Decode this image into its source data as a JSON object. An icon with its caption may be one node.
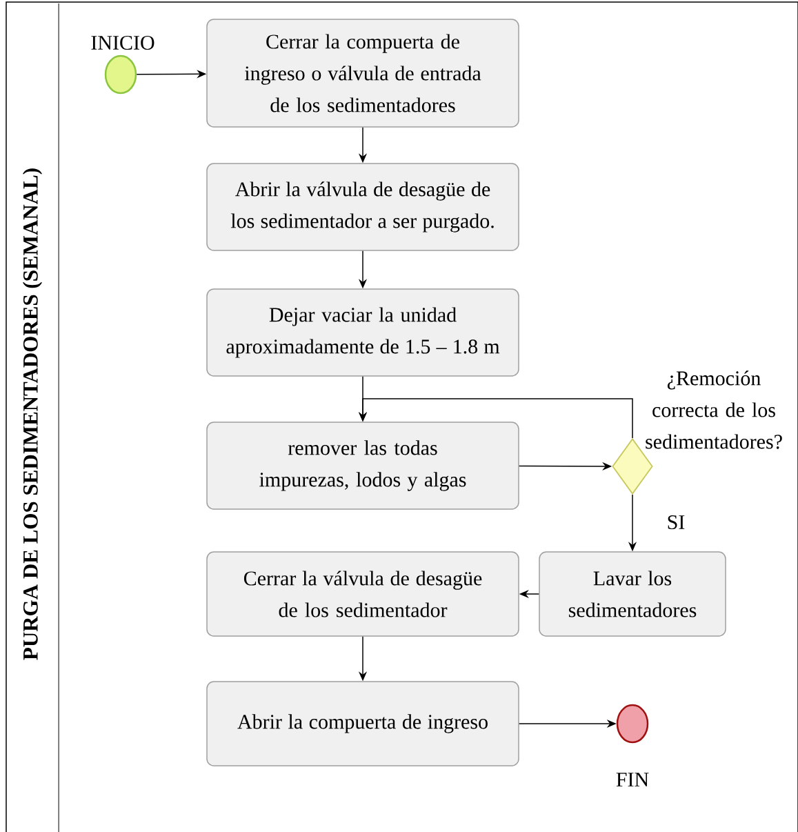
{
  "diagram": {
    "nodes": [
      {
        "text": [
          "PURGA DE LOS SEDIMENTADORES (SEMANAL)"
        ]
      },
      {
        "text": [
          "INICIO"
        ],
        "in": 0
      },
      {
        "text": [
          "Cerrar la compuerta de ingreso o válvula de entrada de los sedimentadores"
        ],
        "in": 0
      },
      {
        "text": [
          "Abrir la válvula de desagüe de los sedimentador a ser purgado."
        ],
        "in": 0
      },
      {
        "text": [
          "Dejar vaciar la unidad aproximadamente de 1.5 – 1.8 m"
        ],
        "in": 0
      },
      {
        "text": [
          "remover las todas impurezas, lodos y algas"
        ],
        "in": 0
      },
      {
        "text": [
          "¿Remoción correcta de los sedimentadores?"
        ],
        "in": 0
      },
      {
        "text": [
          "Lavar los sedimentadores"
        ],
        "in": 0
      },
      {
        "text": [
          "Cerrar la válvula de desagüe de los sedimentador"
        ],
        "in": 0
      },
      {
        "text": [
          "Abrir la compuerta de ingreso"
        ],
        "in": 0
      },
      {
        "text": [
          "FIN"
        ],
        "in": 0
      }
    ],
    "edges": [
      {
        "from": 1,
        "to": 2,
        "arrow": "to"
      },
      {
        "from": 2,
        "to": 3,
        "arrow": "to"
      },
      {
        "from": 3,
        "to": 4,
        "arrow": "to"
      },
      {
        "from": 4,
        "to": 5,
        "arrow": "to"
      },
      {
        "from": 5,
        "to": 6,
        "arrow": "to"
      },
      {
        "from": 6,
        "to": 5,
        "arrow": "to"
      },
      {
        "from": 6,
        "to": 7,
        "arrow": "to",
        "label": "SI"
      },
      {
        "from": 7,
        "to": 8,
        "arrow": "to"
      },
      {
        "from": 8,
        "to": 9,
        "arrow": "to"
      },
      {
        "from": 9,
        "to": 10,
        "arrow": "to"
      }
    ]
  }
}
